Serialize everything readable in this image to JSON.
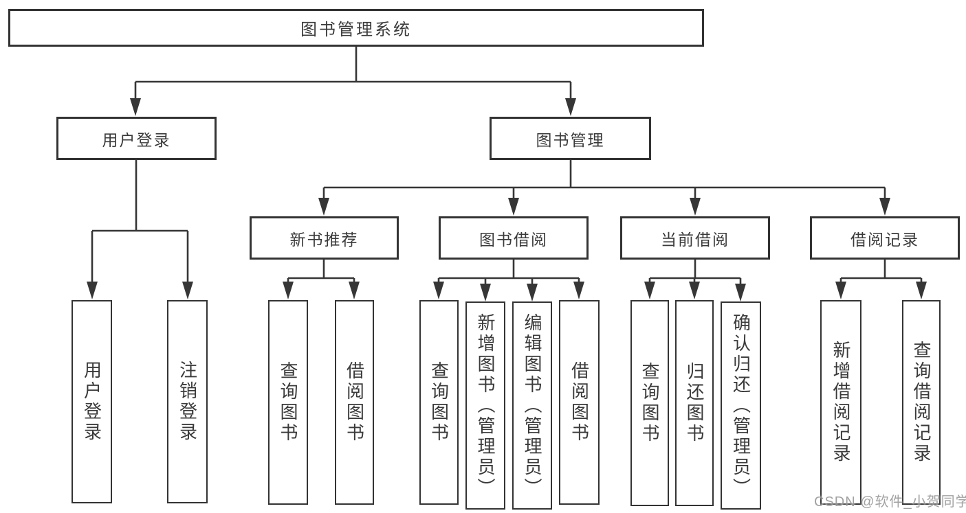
{
  "diagram": {
    "title": "图书管理系统",
    "branches": [
      {
        "label": "用户登录",
        "children": [
          {
            "label": "用户登录"
          },
          {
            "label": "注销登录"
          }
        ]
      },
      {
        "label": "图书管理",
        "children": [
          {
            "label": "新书推荐",
            "children": [
              {
                "label": "查询图书"
              },
              {
                "label": "借阅图书"
              }
            ]
          },
          {
            "label": "图书借阅",
            "children": [
              {
                "label": "查询图书"
              },
              {
                "label": "新增图书（管理员）"
              },
              {
                "label": "编辑图书（管理员）"
              },
              {
                "label": "借阅图书"
              }
            ]
          },
          {
            "label": "当前借阅",
            "children": [
              {
                "label": "查询图书"
              },
              {
                "label": "归还图书"
              },
              {
                "label": "确认归还（管理员）"
              }
            ]
          },
          {
            "label": "借阅记录",
            "children": [
              {
                "label": "新增借阅记录"
              },
              {
                "label": "查询借阅记录"
              }
            ]
          }
        ]
      }
    ]
  },
  "watermark": {
    "text": "CSDN @软件_小贺同学",
    "color": "#949494"
  },
  "colors": {
    "line": "#363636",
    "box_border": "#333333",
    "text": "#3a3a3a",
    "background": "#ffffff"
  }
}
